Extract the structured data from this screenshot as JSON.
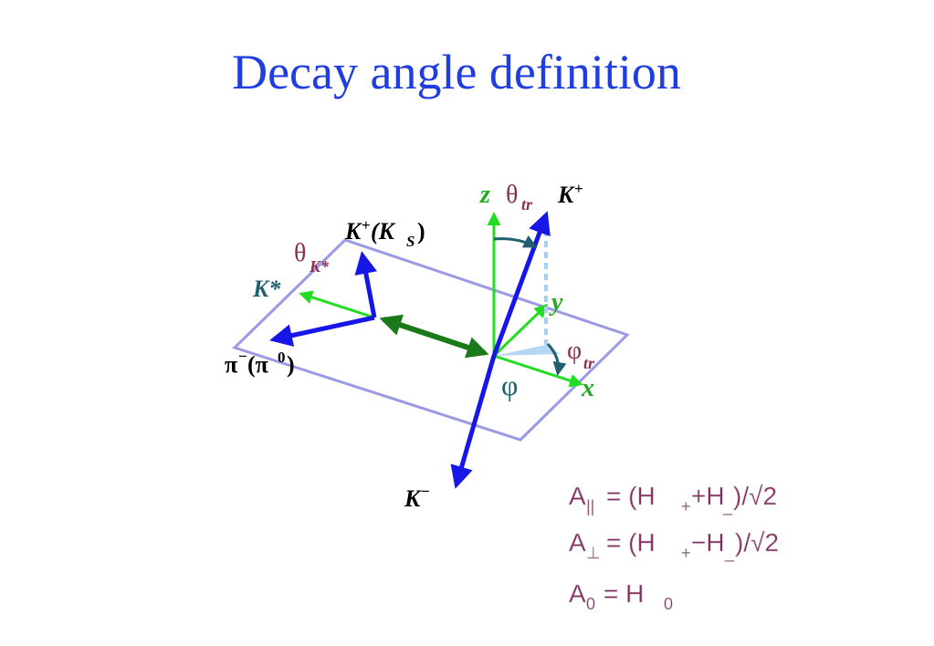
{
  "title": "Decay angle definition",
  "colors": {
    "title": "#1f3de0",
    "plane": "#9a9ae6",
    "green": "#22dd22",
    "dark_green": "#1a7a1a",
    "blue": "#1616e6",
    "light_blue": "#a8d0f0",
    "teal": "#1f5f6f",
    "maroon": "#8a3050",
    "formula_text": "#8a2860"
  },
  "labels": {
    "z": "z",
    "theta": "θ",
    "tr": "tr",
    "k_plus": "K",
    "plus": "+",
    "k_plus_s": "K",
    "k_plus_s_paren": "(K",
    "k_plus_s_sub": "S",
    "close_paren": ")",
    "theta_k": "θ",
    "k_star_sub": "K*",
    "k_star": "K*",
    "pi": "π",
    "pi_minus_sup": "−",
    "pi0_open": "(π",
    "pi0_sup": "0",
    "y": "y",
    "phi_tr": "φ",
    "x": "x",
    "phi": "φ",
    "k_minus": "K",
    "minus": "−"
  },
  "formulas": [
    {
      "lhs": "A",
      "sub": "||",
      "rhs_parts": [
        "= (H",
        "+",
        "+H",
        "_",
        ")/√2"
      ]
    },
    {
      "lhs": "A",
      "sub": "⊥",
      "rhs_parts": [
        "= (H",
        "+",
        "−H",
        "_",
        ")/√2"
      ]
    },
    {
      "lhs": "A",
      "sub": "0",
      "rhs_parts": [
        "= H",
        "0"
      ]
    }
  ]
}
